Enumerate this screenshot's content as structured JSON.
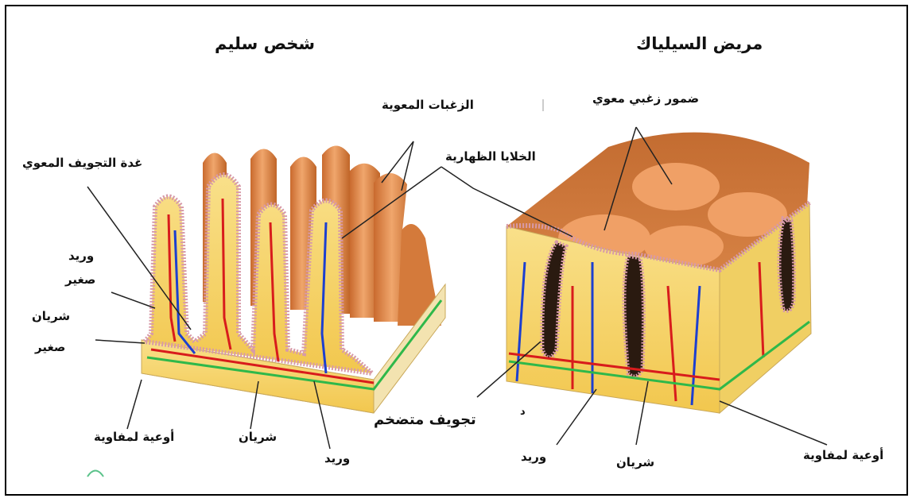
{
  "titles": {
    "healthy": "شخص سليم",
    "celiac": "مريض السيلياك"
  },
  "labels": {
    "intestinal_villi": "الزغبات المعوية",
    "villous_atrophy": "ضمور زغبي معوي",
    "crypt_gland": "غدة التجويف المعوي",
    "epithelial_cells": "الخلايا الظهارية",
    "small_vein_1": "وريد",
    "small_vein_2": "صغير",
    "small_artery_1": "شريان",
    "small_artery_2": "صغير",
    "lymph_vessels_left": "أوعية لمفاوية",
    "artery_left": "شريان",
    "vein_left": "وريد",
    "enlarged_crypt": "تجويف متضخم",
    "vein_right": "وريد",
    "artery_right": "شريان",
    "lymph_vessels_right": "أوعية لمفاوية",
    "stray_mark": "د"
  },
  "colors": {
    "villus_orange": "#e8955a",
    "villus_shadow": "#c96a2e",
    "tissue_yellow": "#f7d873",
    "tissue_base": "#f3e3b0",
    "epithelium_pink": "#d79aa8",
    "artery_red": "#d81c1c",
    "vein_blue": "#1c3fd0",
    "lymph_green": "#2fb84a"
  }
}
